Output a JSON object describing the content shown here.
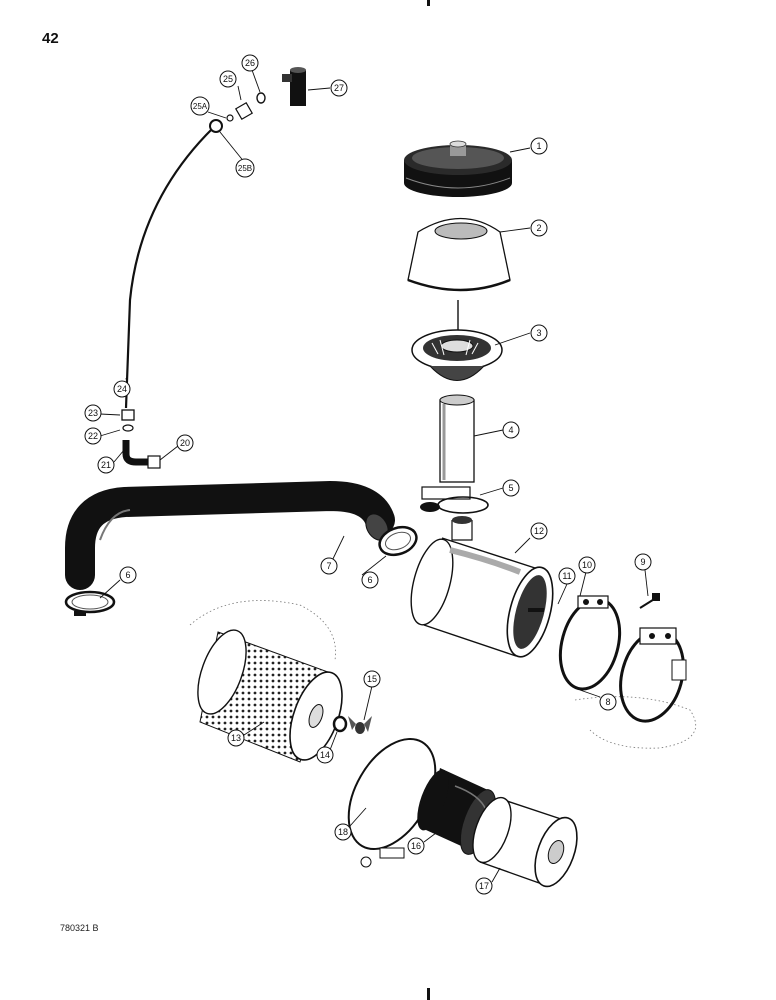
{
  "page": {
    "number": "42",
    "figure_code": "780321 B"
  },
  "callouts": [
    {
      "id": "c1",
      "label": "1"
    },
    {
      "id": "c2",
      "label": "2"
    },
    {
      "id": "c3",
      "label": "3"
    },
    {
      "id": "c4",
      "label": "4"
    },
    {
      "id": "c5",
      "label": "5"
    },
    {
      "id": "c6a",
      "label": "6"
    },
    {
      "id": "c6b",
      "label": "6"
    },
    {
      "id": "c7",
      "label": "7"
    },
    {
      "id": "c8",
      "label": "8"
    },
    {
      "id": "c9",
      "label": "9"
    },
    {
      "id": "c10",
      "label": "10"
    },
    {
      "id": "c11",
      "label": "11"
    },
    {
      "id": "c12",
      "label": "12"
    },
    {
      "id": "c13",
      "label": "13"
    },
    {
      "id": "c14",
      "label": "14"
    },
    {
      "id": "c15",
      "label": "15"
    },
    {
      "id": "c16",
      "label": "16"
    },
    {
      "id": "c17",
      "label": "17"
    },
    {
      "id": "c18",
      "label": "18"
    },
    {
      "id": "c20",
      "label": "20"
    },
    {
      "id": "c21",
      "label": "21"
    },
    {
      "id": "c22",
      "label": "22"
    },
    {
      "id": "c23",
      "label": "23"
    },
    {
      "id": "c24",
      "label": "24"
    },
    {
      "id": "c25",
      "label": "25"
    },
    {
      "id": "c25a",
      "label": "25A"
    },
    {
      "id": "c25b",
      "label": "25B"
    },
    {
      "id": "c26",
      "label": "26"
    },
    {
      "id": "c27",
      "label": "27"
    }
  ],
  "colors": {
    "ink": "#111111",
    "paper": "#ffffff"
  }
}
